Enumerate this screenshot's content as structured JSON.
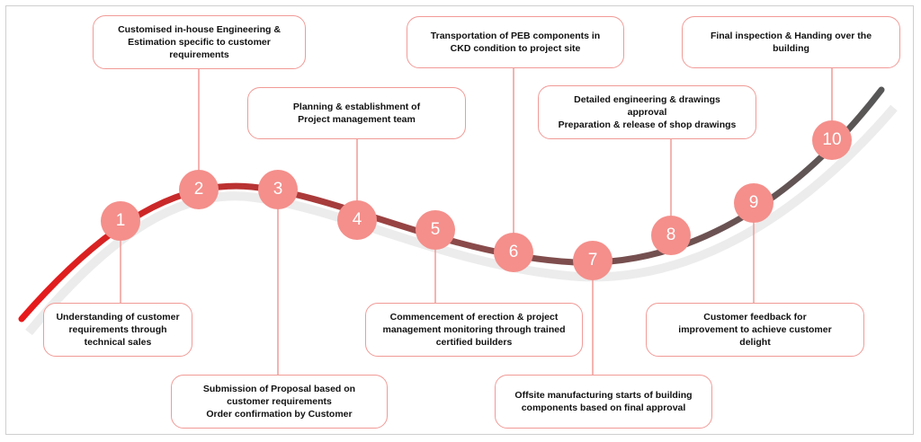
{
  "steps": [
    {
      "number": "1",
      "text": "Understanding of customer\nrequirements through\ntechnical sales"
    },
    {
      "number": "2",
      "text": "Customised in-house Engineering &\nEstimation specific to customer\nrequirements"
    },
    {
      "number": "3",
      "text": "Submission of Proposal based on\ncustomer requirements\nOrder confirmation by Customer"
    },
    {
      "number": "4",
      "text": "Planning & establishment of\nProject management team"
    },
    {
      "number": "5",
      "text": "Commencement of erection & project\nmanagement monitoring through trained\ncertified builders"
    },
    {
      "number": "6",
      "text": "Transportation of PEB components in\nCKD condition to project site"
    },
    {
      "number": "7",
      "text": "Offsite manufacturing starts of building\ncomponents based on final approval"
    },
    {
      "number": "8",
      "text": "Detailed engineering & drawings\napproval\nPreparation & release of shop drawings"
    },
    {
      "number": "9",
      "text": "Customer feedback for\nimprovement to achieve customer\ndelight"
    },
    {
      "number": "10",
      "text": "Final inspection & Handing over the\nbuilding"
    }
  ],
  "colors": {
    "node_fill": "#f48f8b",
    "box_border": "#f19a96",
    "curve_start": "#e8191a",
    "curve_mid": "#8c4a4a",
    "curve_end": "#575757"
  }
}
